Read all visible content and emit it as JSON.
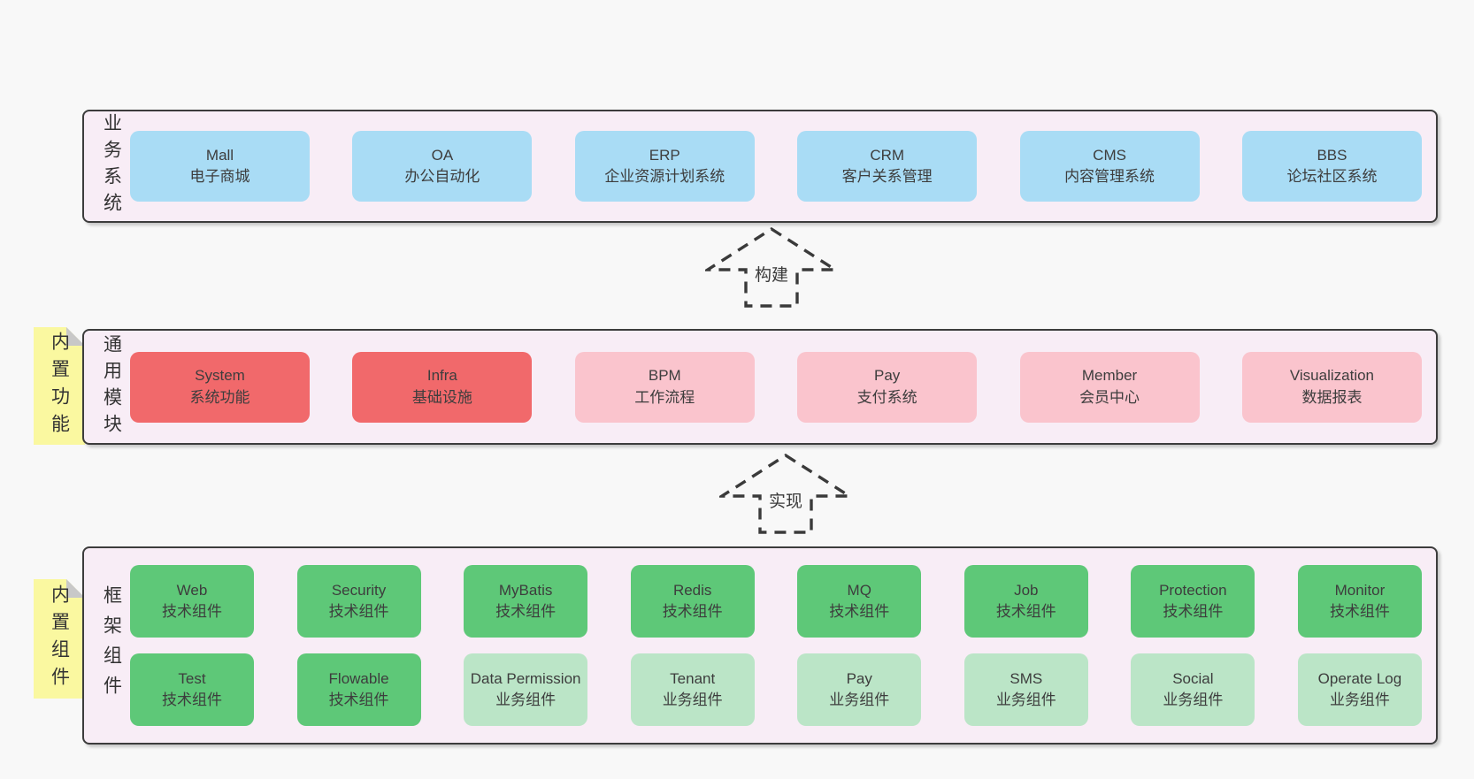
{
  "diagram": {
    "background": "#f8f8f8",
    "colors": {
      "container_fill": "#f8edf6",
      "container_border": "#3c3c3c",
      "blue": "#a9dcf5",
      "red": "#f1696b",
      "pink": "#fac4cd",
      "green": "#5ec878",
      "green_light": "#bbe5c7",
      "sticky_yellow": "#faf8a0",
      "sticky_fold_gray": "#c8c8c8",
      "text": "#3d3d3d"
    },
    "layers": [
      {
        "label": "业务系统",
        "boxes": [
          {
            "name": "Mall",
            "desc": "电子商城"
          },
          {
            "name": "OA",
            "desc": "办公自动化"
          },
          {
            "name": "ERP",
            "desc": "企业资源计划系统"
          },
          {
            "name": "CRM",
            "desc": "客户关系管理"
          },
          {
            "name": "CMS",
            "desc": "内容管理系统"
          },
          {
            "name": "BBS",
            "desc": "论坛社区系统"
          }
        ]
      },
      {
        "label": "通用模块",
        "sticky": "内置功能",
        "boxes": [
          {
            "name": "System",
            "desc": "系统功能"
          },
          {
            "name": "Infra",
            "desc": "基础设施"
          },
          {
            "name": "BPM",
            "desc": "工作流程"
          },
          {
            "name": "Pay",
            "desc": "支付系统"
          },
          {
            "name": "Member",
            "desc": "会员中心"
          },
          {
            "name": "Visualization",
            "desc": "数据报表"
          }
        ]
      },
      {
        "label": "框架组件",
        "sticky": "内置组件",
        "rows": [
          [
            {
              "name": "Web",
              "desc": "技术组件"
            },
            {
              "name": "Security",
              "desc": "技术组件"
            },
            {
              "name": "MyBatis",
              "desc": "技术组件"
            },
            {
              "name": "Redis",
              "desc": "技术组件"
            },
            {
              "name": "MQ",
              "desc": "技术组件"
            },
            {
              "name": "Job",
              "desc": "技术组件"
            },
            {
              "name": "Protection",
              "desc": "技术组件"
            },
            {
              "name": "Monitor",
              "desc": "技术组件"
            }
          ],
          [
            {
              "name": "Test",
              "desc": "技术组件"
            },
            {
              "name": "Flowable",
              "desc": "技术组件"
            },
            {
              "name": "Data Permission",
              "desc": "业务组件"
            },
            {
              "name": "Tenant",
              "desc": "业务组件"
            },
            {
              "name": "Pay",
              "desc": "业务组件"
            },
            {
              "name": "SMS",
              "desc": "业务组件"
            },
            {
              "name": "Social",
              "desc": "业务组件"
            },
            {
              "name": "Operate Log",
              "desc": "业务组件"
            }
          ]
        ]
      }
    ],
    "arrows": [
      {
        "label": "构建"
      },
      {
        "label": "实现"
      }
    ]
  }
}
